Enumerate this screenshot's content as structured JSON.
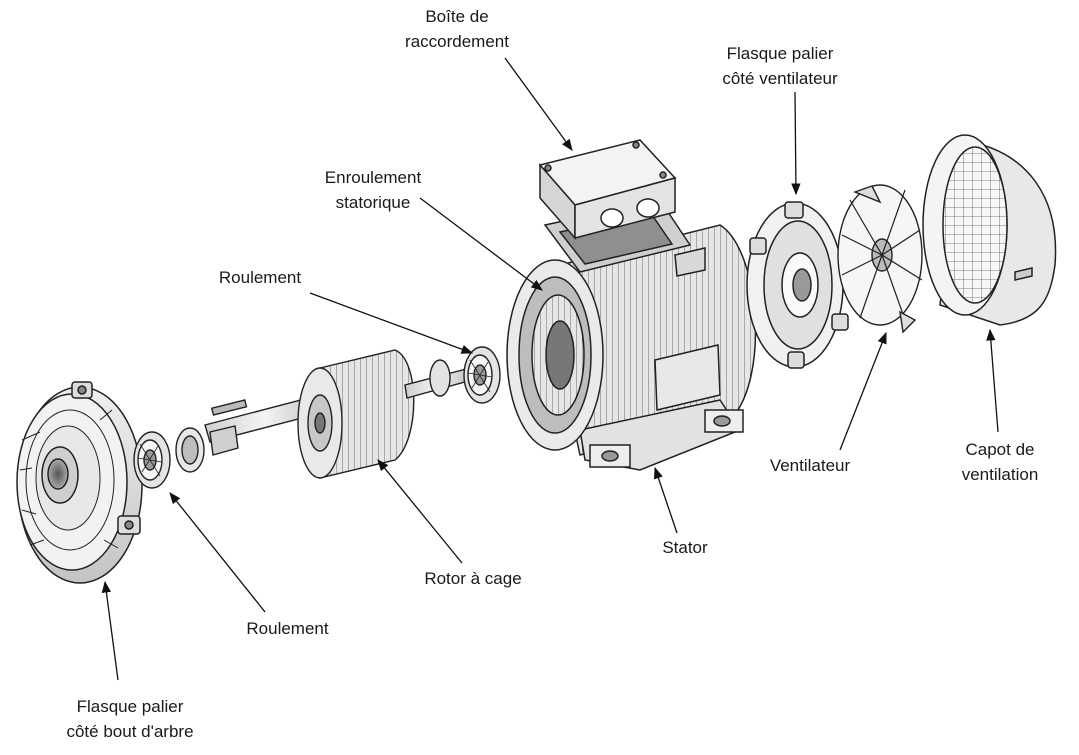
{
  "labels": {
    "boite": {
      "line1": "Boîte de",
      "line2": "raccordement"
    },
    "flasque_ventilateur": {
      "line1": "Flasque palier",
      "line2": "côté ventilateur"
    },
    "enroulement": {
      "line1": "Enroulement",
      "line2": "statorique"
    },
    "roulement_top": {
      "line1": "Roulement"
    },
    "roulement_bottom": {
      "line1": "Roulement"
    },
    "rotor": {
      "line1": "Rotor à cage"
    },
    "stator": {
      "line1": "Stator"
    },
    "ventilateur": {
      "line1": "Ventilateur"
    },
    "capot": {
      "line1": "Capot de",
      "line2": "ventilation"
    },
    "flasque_arbre": {
      "line1": "Flasque palier",
      "line2": "côté bout d'arbre"
    }
  }
}
